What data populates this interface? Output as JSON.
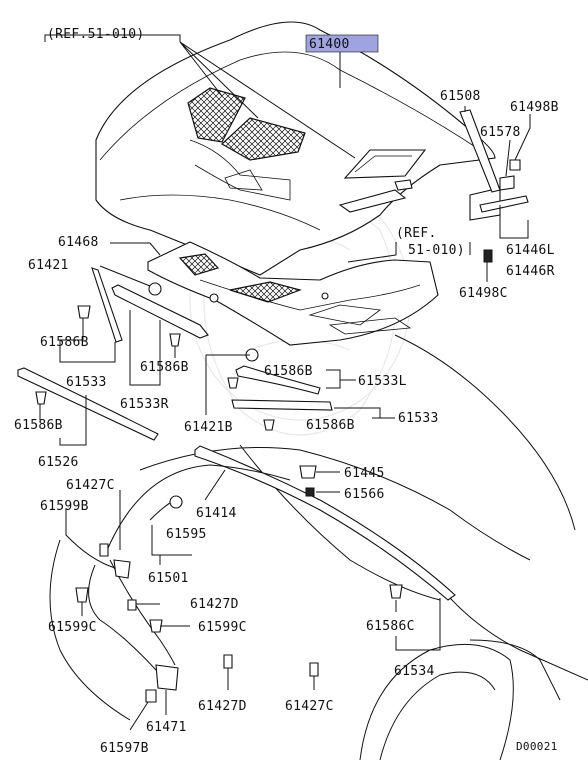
{
  "diagram": {
    "highlight_color": "#9fa4e0",
    "highlighted_part": "61400",
    "references": [
      "(REF.51-010)",
      "(REF.",
      "51-010)"
    ],
    "part_labels": {
      "p61400": "61400",
      "p61508": "61508",
      "p61498b": "61498B",
      "p61578": "61578",
      "p61468": "61468",
      "p61421": "61421",
      "p61446l": "61446L",
      "p61446r": "61446R",
      "p61498c": "61498C",
      "p61586b_1": "61586B",
      "p61586b_2": "61586B",
      "p61586b_3": "61586B",
      "p61586b_4": "61586B",
      "p61586b_5": "61586B",
      "p61533_1": "61533",
      "p61533_2": "61533",
      "p61533r": "61533R",
      "p61533l": "61533L",
      "p61421b": "61421B",
      "p61526": "61526",
      "p61427c": "61427C",
      "p61599b": "61599B",
      "p61445": "61445",
      "p61566": "61566",
      "p61414": "61414",
      "p61595": "61595",
      "p61501": "61501",
      "p61599c_1": "61599C",
      "p61599c_2": "61599C",
      "p61427d_1": "61427D",
      "p61427d_2": "61427D",
      "p61427c_2": "61427C",
      "p61586c": "61586C",
      "p61534": "61534",
      "p61471": "61471",
      "p61597b": "61597B"
    },
    "diagram_code": "D00021"
  }
}
